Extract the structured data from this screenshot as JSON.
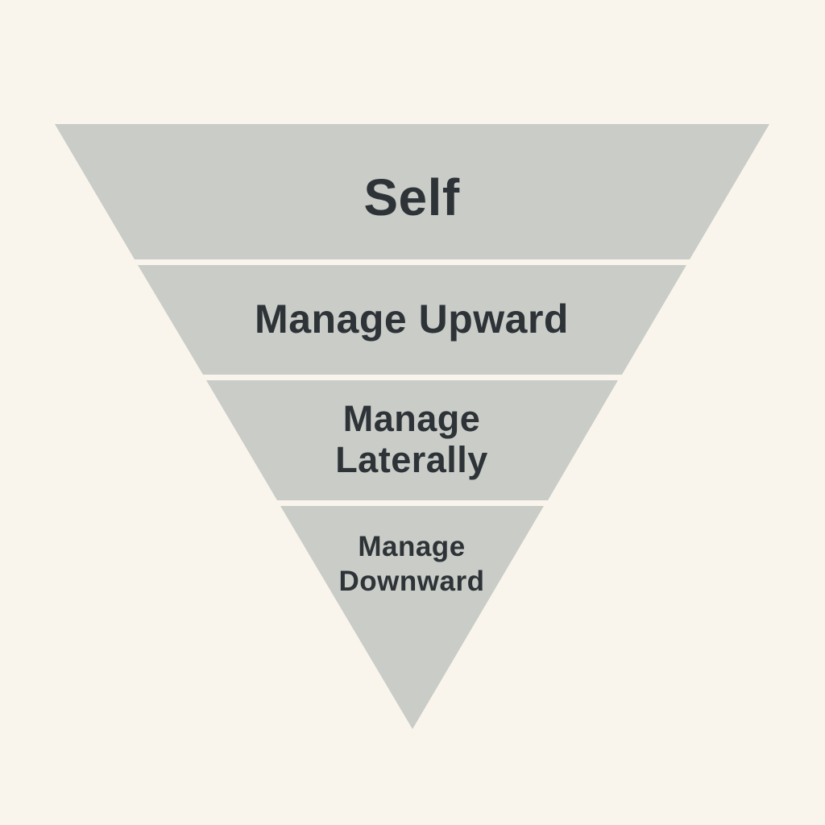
{
  "diagram": {
    "type": "inverted-pyramid",
    "description": "Four-level inverted pyramid of management focus",
    "colors": {
      "background": "#FAF5EC",
      "segment": "#C9CCC7",
      "text": "#2D3337"
    },
    "layers": [
      {
        "label": "Self",
        "lines": [
          "Self"
        ]
      },
      {
        "label": "Manage Upward",
        "lines": [
          "Manage Upward"
        ]
      },
      {
        "label": "Manage Laterally",
        "lines": [
          "Manage",
          "Laterally"
        ]
      },
      {
        "label": "Manage Downward",
        "lines": [
          "Manage",
          "Downward"
        ]
      }
    ]
  }
}
